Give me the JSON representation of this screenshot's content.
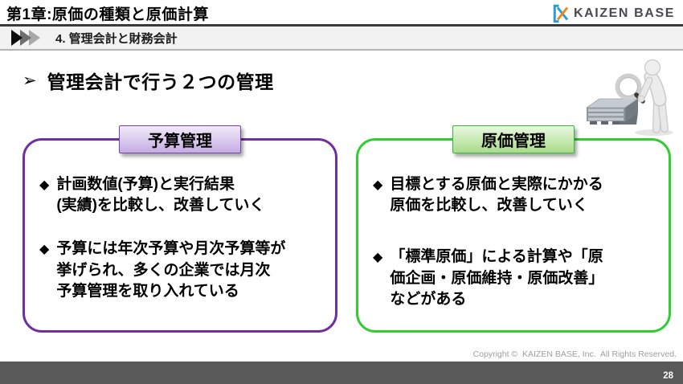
{
  "header": {
    "title": "第1章:原価の種類と原価計算",
    "logo_text": "KAIZEN BASE"
  },
  "subtitle": {
    "label": "4. 管理会計と財務会計"
  },
  "main": {
    "heading_marker": "➢",
    "heading": "管理会計で行う２つの管理",
    "bullet_marker": "◆",
    "boxes": [
      {
        "title": "予算管理",
        "accent_color": "#7030A0",
        "bullets": [
          "計画数値(予算)と実行結果\n(実績)を比較し、改善していく",
          "予算には年次予算や月次予算等が\n挙げられ、多くの企業では月次\n予算管理を取り入れている"
        ]
      },
      {
        "title": "原価管理",
        "accent_color": "#33CC33",
        "bullets": [
          "目標とする原価と実際にかかる\n原価を比較し、改善していく",
          "「標準原価」による計算や「原\n価企画・原価維持・原価改善」\nなどがある"
        ]
      }
    ]
  },
  "icons": {
    "logo_mark": "kaizen-k-mark",
    "section_marker": "triple-chevron-right",
    "illustration": "figure-with-magnifier-and-pallet"
  },
  "footer": {
    "copyright": "Copyright ©  KAIZEN BASE, Inc.  All Rights Reserved.",
    "page_number": "28"
  }
}
